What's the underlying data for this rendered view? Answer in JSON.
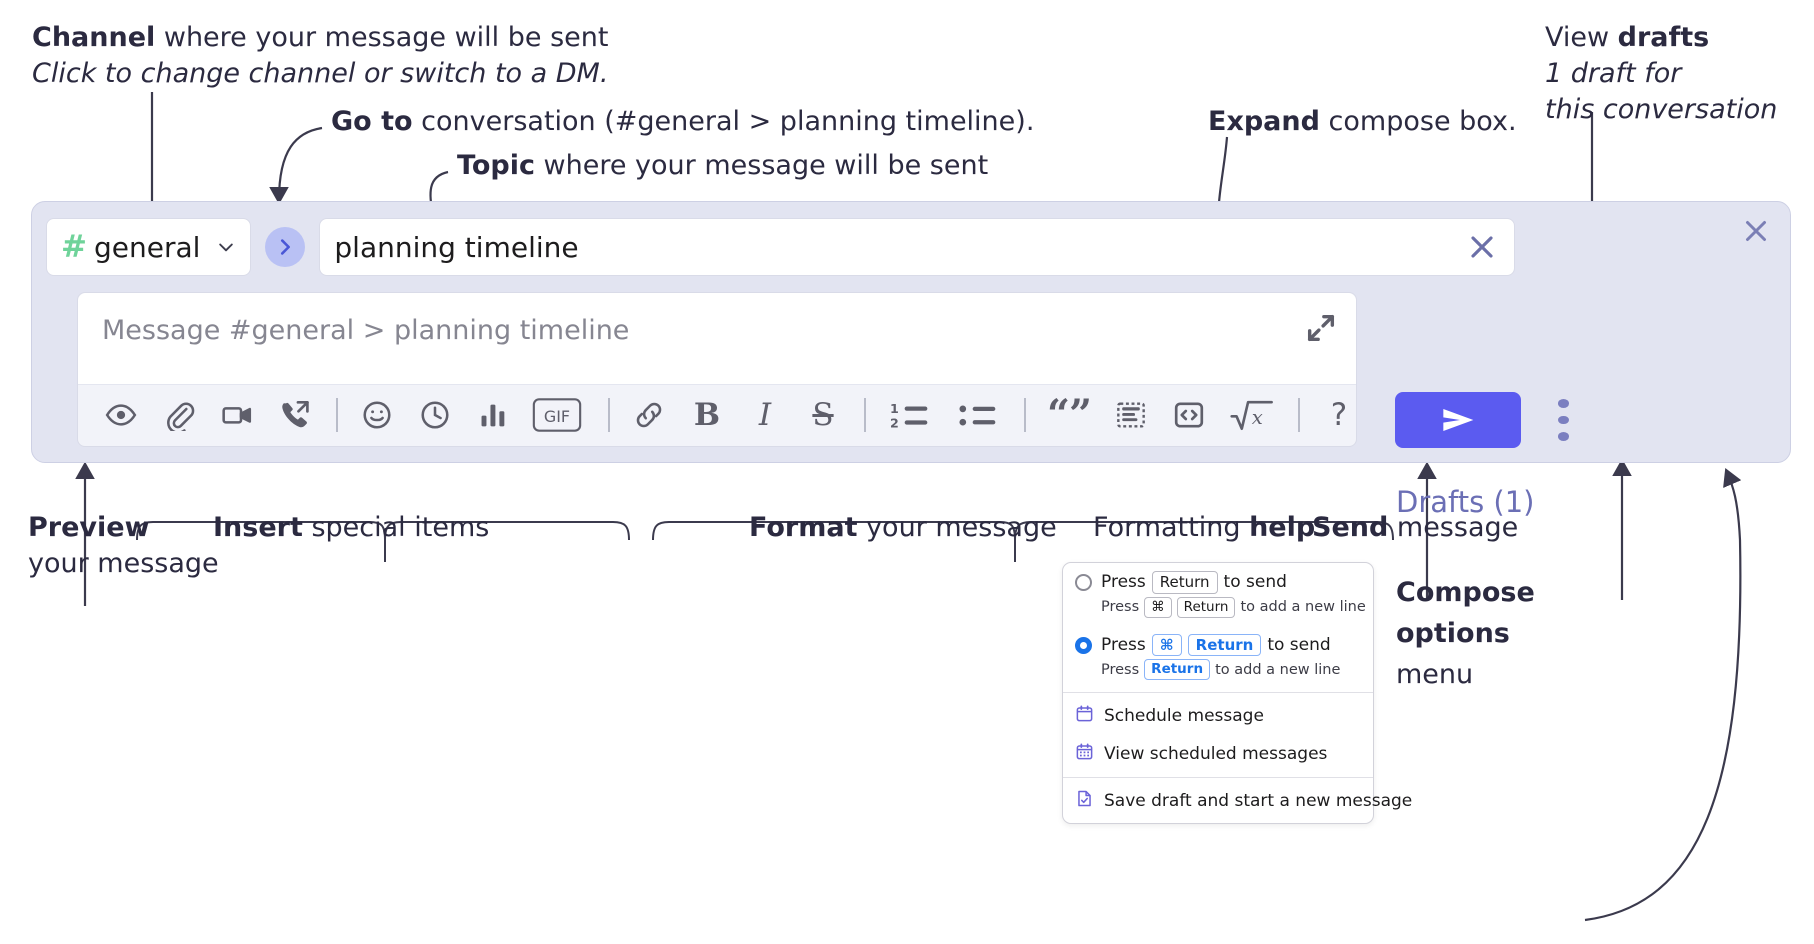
{
  "annotations": {
    "channel": {
      "line1_bold": "Channel",
      "line1_rest": " where your message will be sent",
      "line2_italic": "Click to change channel or switch to a DM."
    },
    "goto": {
      "bold": "Go to",
      "rest": " conversation (#general > planning timeline)."
    },
    "topic": {
      "bold": "Topic",
      "rest": " where your message will be sent"
    },
    "expand": {
      "bold": "Expand",
      "rest": " compose box."
    },
    "drafts": {
      "line1_lead": "View ",
      "line1_bold": "drafts",
      "line2_italic": "1 draft for",
      "line3_italic": "this conversation"
    },
    "preview": {
      "line1_bold": "Preview",
      "line2": "your message"
    },
    "insert": {
      "bold": "Insert",
      "rest": " special items"
    },
    "format": {
      "bold": "Format",
      "rest": " your message"
    },
    "formatting_help": {
      "lead": "Formatting ",
      "bold": "help"
    },
    "send": {
      "bold": "Send",
      "rest": " message"
    },
    "compose_options": {
      "line1_bold": "Compose",
      "line2_bold": "options",
      "line3": "menu"
    }
  },
  "compose": {
    "channel": {
      "name": "general",
      "hash": "#",
      "icon": "hash-icon",
      "chevron": "chevron-down-icon"
    },
    "goto_button": {
      "icon": "chevron-right-icon"
    },
    "topic": {
      "value": "planning timeline",
      "clear_icon": "close-icon"
    },
    "message": {
      "placeholder": "Message #general > planning timeline",
      "value": ""
    },
    "expand_icon": "expand-diagonal-icon",
    "panel_close_icon": "close-icon",
    "drafts_label": "Drafts (1)",
    "send_icon": "paper-plane-icon",
    "overflow_icon": "kebab-vertical-icon",
    "toolbar": {
      "insert_group": [
        {
          "name": "preview-button",
          "icon": "eye-icon"
        },
        {
          "name": "attach-button",
          "icon": "paperclip-icon"
        },
        {
          "name": "video-button",
          "icon": "video-camera-icon"
        },
        {
          "name": "huddle-button",
          "icon": "phone-forward-icon"
        },
        {
          "name": "emoji-button",
          "icon": "smiley-icon"
        },
        {
          "name": "reminder-button",
          "icon": "clock-icon"
        },
        {
          "name": "poll-button",
          "icon": "bar-chart-icon"
        },
        {
          "name": "gif-button",
          "icon": "gif-icon",
          "label": "GIF"
        }
      ],
      "format_group": [
        {
          "name": "link-button",
          "icon": "link-icon"
        },
        {
          "name": "bold-button",
          "icon": "bold-icon",
          "label": "B"
        },
        {
          "name": "italic-button",
          "icon": "italic-icon",
          "label": "I"
        },
        {
          "name": "strikethrough-button",
          "icon": "strikethrough-icon",
          "label": "S"
        },
        {
          "name": "ordered-list-button",
          "icon": "ordered-list-icon"
        },
        {
          "name": "bulleted-list-button",
          "icon": "bulleted-list-icon"
        },
        {
          "name": "blockquote-button",
          "icon": "quote-icon"
        },
        {
          "name": "code-block-button",
          "icon": "code-block-icon"
        },
        {
          "name": "inline-code-button",
          "icon": "angle-brackets-icon"
        },
        {
          "name": "math-button",
          "icon": "sqrt-x-icon"
        }
      ],
      "help_button": {
        "name": "formatting-help-button",
        "icon": "question-mark-icon",
        "label": "?"
      }
    }
  },
  "menu": {
    "option1": {
      "main_pre": "Press",
      "main_key": "Return",
      "main_post": "to send",
      "sub_pre": "Press",
      "sub_key1": "⌘",
      "sub_key2": "Return",
      "sub_post": "to add a new line",
      "selected": false
    },
    "option2": {
      "main_pre": "Press",
      "main_key1": "⌘",
      "main_key2": "Return",
      "main_post": "to send",
      "sub_pre": "Press",
      "sub_key": "Return",
      "sub_post": "to add a new line",
      "selected": true
    },
    "items": [
      {
        "label": "Schedule message",
        "icon": "calendar-icon"
      },
      {
        "label": "View scheduled messages",
        "icon": "calendar-grid-icon"
      },
      {
        "label": "Save draft and start a new message",
        "icon": "file-check-icon"
      }
    ]
  },
  "colors": {
    "panel_bg": "#e2e4f1",
    "accent_purple": "#5b5bf0",
    "drafts_text": "#6b6fb5",
    "hash_green": "#6fd39a",
    "goto_circle": "#b9c1f4",
    "anno_text": "#2b2a40",
    "key_blue": "#1a73e8"
  }
}
